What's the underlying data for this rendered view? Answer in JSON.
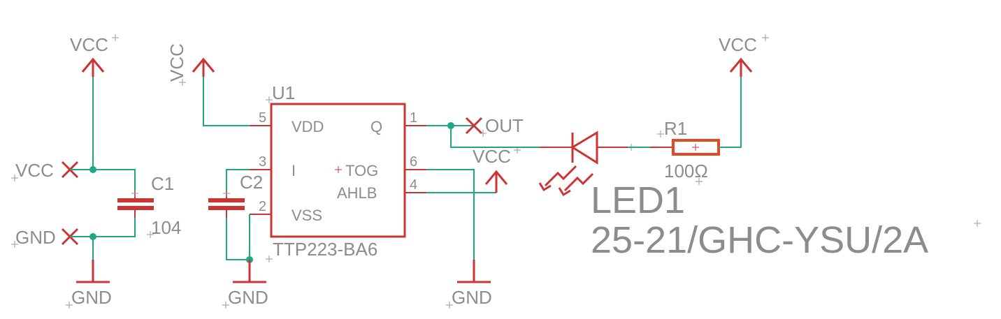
{
  "colors": {
    "wire": "#1aa885",
    "symbol": "#cc3333",
    "text": "#8c8c8c",
    "junction": "#1aa885"
  },
  "supplies": {
    "vcc1": "VCC",
    "vcc2": "VCC",
    "vcc3": "VCC",
    "vcc4": "VCC",
    "gnd1": "GND",
    "gnd2": "GND",
    "gnd3": "GND"
  },
  "net_labels": {
    "vcc_left": "VCC",
    "gnd_left": "GND",
    "out": "OUT"
  },
  "c1": {
    "name": "C1",
    "value": "104"
  },
  "c2": {
    "name": "C2"
  },
  "u1": {
    "name": "U1",
    "part": "TTP223-BA6",
    "pins": {
      "vdd": "VDD",
      "q": "Q",
      "i": "I",
      "tog": "TOG",
      "ahlb": "AHLB",
      "vss": "VSS"
    },
    "pin_numbers": {
      "vdd": "5",
      "q": "1",
      "i": "3",
      "tog": "6",
      "ahlb": "4",
      "vss": "2"
    }
  },
  "r1": {
    "name": "R1",
    "value": "100Ω"
  },
  "led1": {
    "name": "LED1",
    "part": "25-21/GHC-YSU/2A"
  }
}
